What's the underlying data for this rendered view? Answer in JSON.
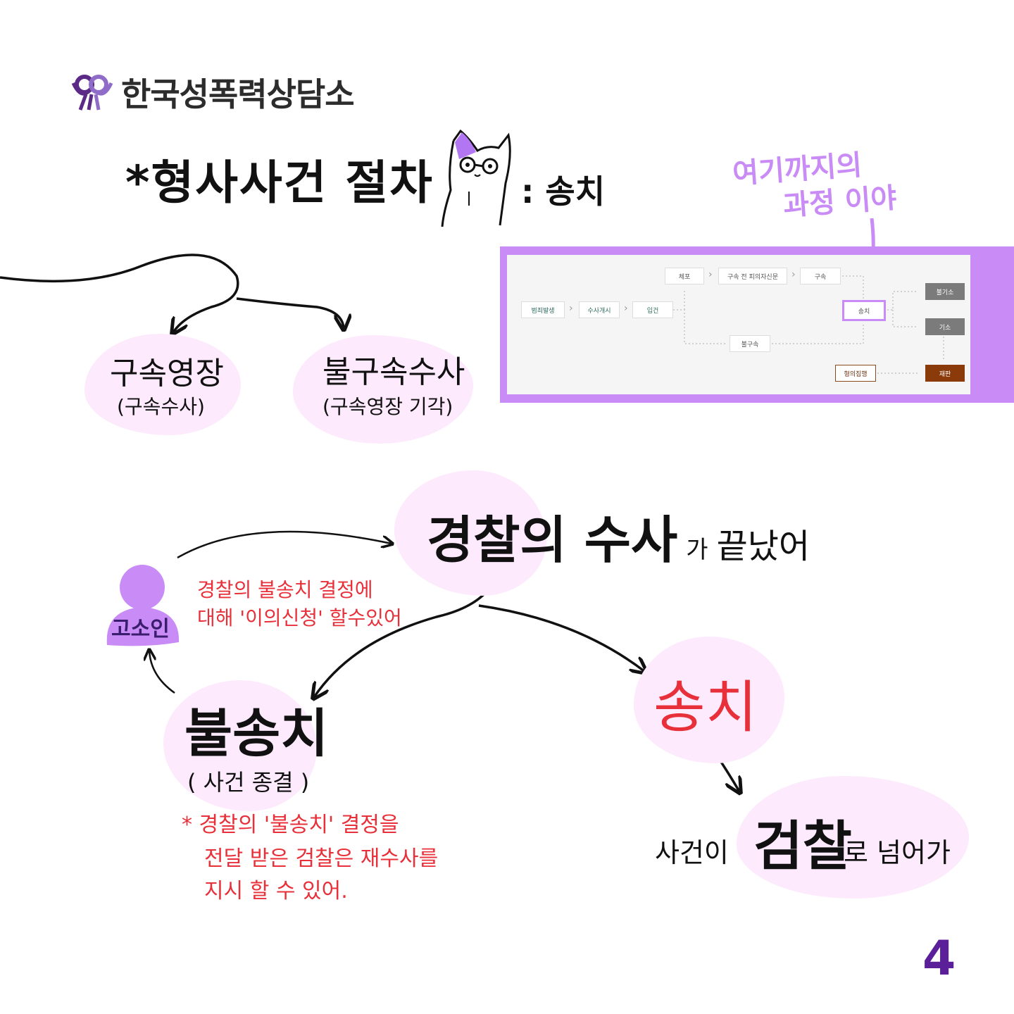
{
  "logo": {
    "name": "한국성폭력상담소"
  },
  "title": {
    "text": "*형사사건 절차",
    "suffix": ": 송치"
  },
  "annotation": {
    "line1": "여기까지의",
    "line2": "과정 이야"
  },
  "top_branches": {
    "left": {
      "label": "구속영장",
      "sub": "(구속수사)"
    },
    "right": {
      "label": "불구속수사",
      "sub": "(구속영장 기각)"
    }
  },
  "flow": {
    "start": "범죄발생",
    "investigation": "수사개시",
    "case_opened": "입건",
    "arrest": "체포",
    "pre_detention_interrogation": "구속 전 피의자신문",
    "detention": "구속",
    "no_detention": "불구속",
    "referral": "송치",
    "non_indictment": "불기소",
    "indictment": "기소",
    "sentence_execution": "형의집행",
    "trial": "재판"
  },
  "main": {
    "police_end": {
      "big": "경찰의 수사",
      "small": "가",
      "end": "끝났어"
    },
    "complainant": "고소인",
    "objection_note": {
      "line1": "경찰의 불송치 결정에",
      "line2": "대해 '이의신청' 할수있어"
    },
    "non_referral": {
      "label": "불송치",
      "sub": "( 사건 종결 )"
    },
    "reinvestigation_note": {
      "line1": "* 경찰의 '불송치' 결정을",
      "line2": "전달 받은 검찰은 재수사를",
      "line3": "지시 할 수 있어."
    },
    "referral": {
      "label": "송치"
    },
    "prosecution": {
      "pre": "사건이",
      "big": "검찰",
      "post": "로 넘어가"
    }
  },
  "page_number": "4",
  "colors": {
    "accent": "#c98cf6",
    "blob": "#fdeafd",
    "red": "#e8303a",
    "brown": "#8b3a0a",
    "logo": "#5b2a86"
  }
}
